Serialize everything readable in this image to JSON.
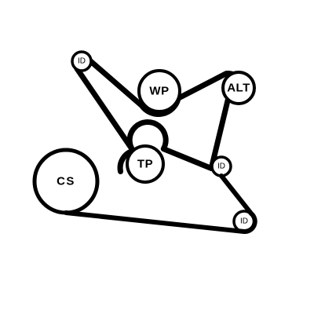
{
  "colors": {
    "background": "#ffffff",
    "stroke": "#000000",
    "label": "#000000"
  },
  "pulleys": {
    "id_top_left": {
      "label": "ID"
    },
    "wp": {
      "label": "WP"
    },
    "alt": {
      "label": "ALT"
    },
    "tp": {
      "label": "TP"
    },
    "id_right": {
      "label": "ID"
    },
    "cs": {
      "label": "CS"
    },
    "id_bottom_right": {
      "label": "ID"
    }
  }
}
